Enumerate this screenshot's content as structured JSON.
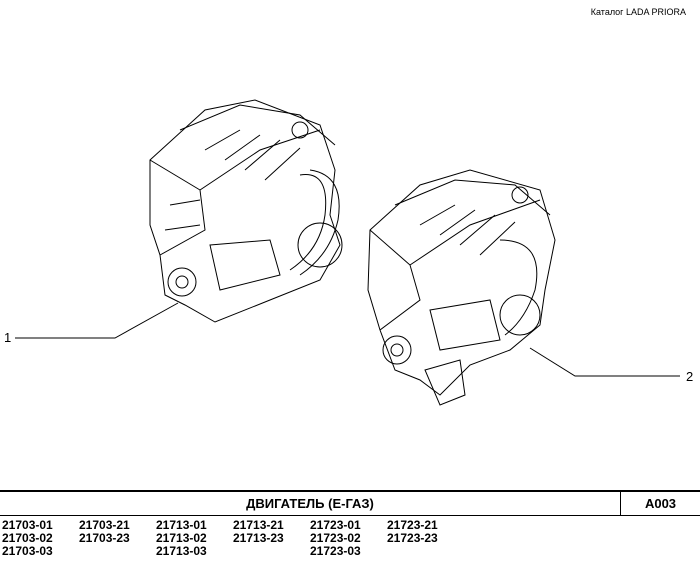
{
  "header": {
    "catalog": "Каталог  LADA  PRIORA"
  },
  "callouts": [
    "1",
    "2"
  ],
  "table": {
    "title": "ДВИГАТЕЛЬ   (Е-ГАЗ)",
    "code": "A003",
    "columns": [
      [
        "21703-01",
        "21703-02",
        "21703-03"
      ],
      [
        "21703-21",
        "21703-23"
      ],
      [
        "21713-01",
        "21713-02",
        "21713-03"
      ],
      [
        "21713-21",
        "21713-23"
      ],
      [
        "21723-01",
        "21723-02",
        "21723-03"
      ],
      [
        "21723-21",
        "21723-23"
      ]
    ]
  }
}
